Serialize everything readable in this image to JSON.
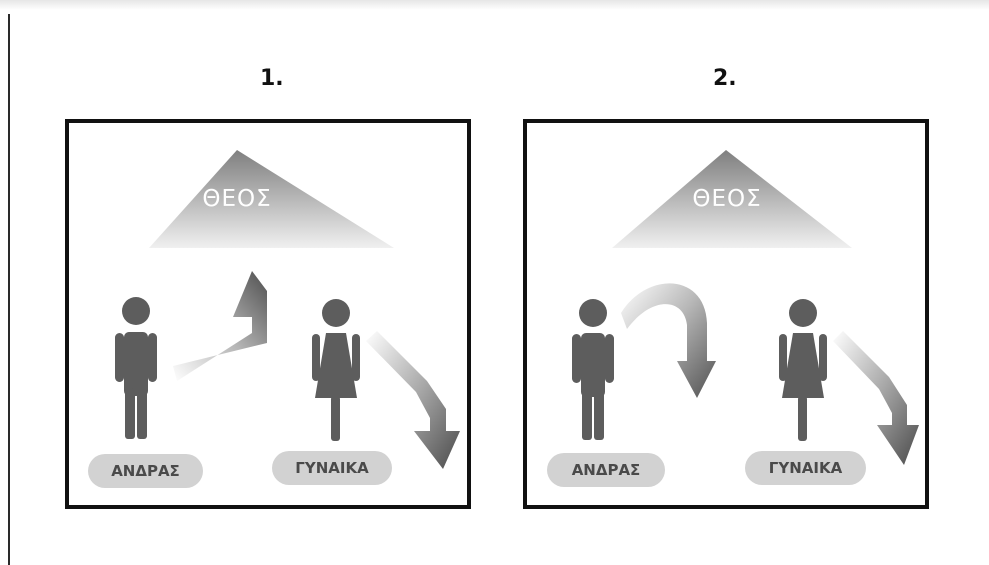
{
  "panels": [
    {
      "number": "1.",
      "god": "ΘΕΟΣ",
      "man": "ΑΝΔΡΑΣ",
      "woman": "ΓΥΝΑΙΚΑ"
    },
    {
      "number": "2.",
      "god": "ΘΕΟΣ",
      "man": "ΑΝΔΡΑΣ",
      "woman": "ΓΥΝΑΙΚΑ"
    }
  ],
  "colors": {
    "figure": "#5d5d5d",
    "frame": "#111111",
    "pill": "#d2d2d2",
    "pill_text": "#4a4a4a"
  }
}
